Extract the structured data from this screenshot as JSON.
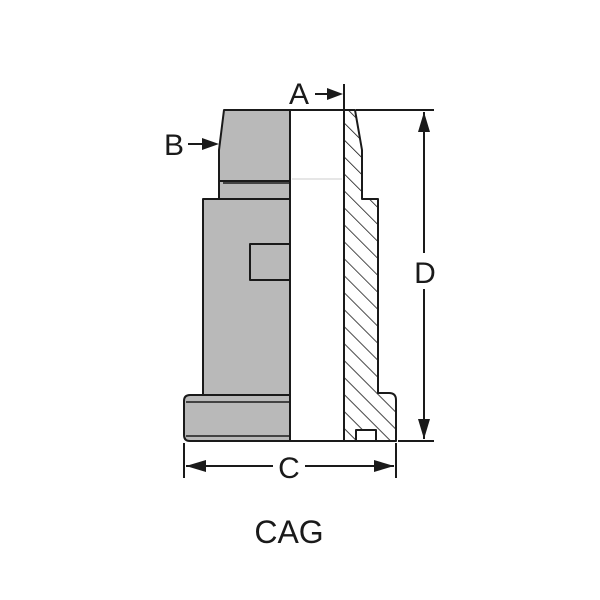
{
  "labels": {
    "a": "A",
    "b": "B",
    "c": "C",
    "d": "D"
  },
  "caption": "CAG",
  "colors": {
    "body_fill": "#b9b9b9",
    "outline": "#1a1a1a",
    "background": "#ffffff"
  }
}
